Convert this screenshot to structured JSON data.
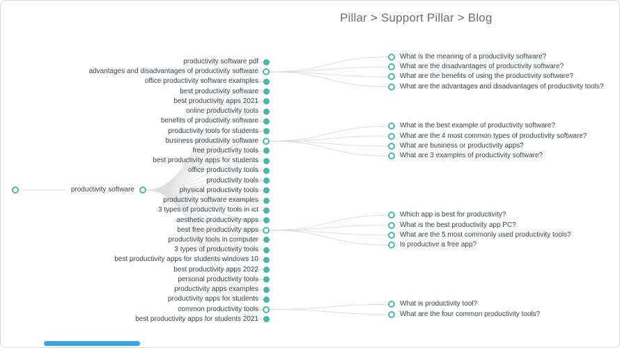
{
  "header": {
    "breadcrumb": "Pillar > Support Pillar > Blog"
  },
  "colors": {
    "accent": "#49b8ab",
    "edge": "#dedede",
    "text": "#3a4348",
    "title": "#6e6e6e",
    "frame_border": "#d9d9d9",
    "scrollbar": "#3da4dd"
  },
  "icons": {
    "filled_dot": "keyword-dot-icon",
    "open_circle": "expand-toggle-icon"
  },
  "tree": {
    "root": {
      "label": "productivity software"
    },
    "nodes": [
      {
        "label": "productivity software pdf"
      },
      {
        "label": "advantages and disadvantages of productivity software",
        "questions": [
          "What is the meaning of a productivity software?",
          "What are the disadvantages of productivity software?",
          "What are the benefits of using the productivity software?",
          "What are the advantages and disadvantages of productivity tools?"
        ]
      },
      {
        "label": "office productivity software examples"
      },
      {
        "label": "best productivity software"
      },
      {
        "label": "best productivity apps 2021"
      },
      {
        "label": "online productivity tools"
      },
      {
        "label": "benefits of productivity software"
      },
      {
        "label": "productivity tools for students"
      },
      {
        "label": "business productivity software",
        "questions": [
          "What is the best example of productivity software?",
          "What are the 4 most common types of productivity software?",
          "What are business or productivity apps?",
          "What are 3 examples of productivity software?"
        ]
      },
      {
        "label": "free productivity tools"
      },
      {
        "label": "best productivity apps for students"
      },
      {
        "label": "office productivity tools"
      },
      {
        "label": "productivity tools"
      },
      {
        "label": "physical productivity tools"
      },
      {
        "label": "productivity software examples"
      },
      {
        "label": "3 types of productivity tools in ict"
      },
      {
        "label": "aesthetic productivity apps"
      },
      {
        "label": "best free productivity apps",
        "questions": [
          "Which app is best for productivity?",
          "What is the best productivity app PC?",
          "What are the 5 most commonly used productivity tools?",
          "Is productive a free app?"
        ]
      },
      {
        "label": "productivity tools in computer"
      },
      {
        "label": "3 types of productivity tools"
      },
      {
        "label": "best productivity apps for students windows 10"
      },
      {
        "label": "best productivity apps 2022"
      },
      {
        "label": "personal productivity tools"
      },
      {
        "label": "productivity apps examples"
      },
      {
        "label": "productivity apps for students"
      },
      {
        "label": "common productivity tools",
        "questions": [
          "What is productivity tool?",
          "What are the four common productivity tools?"
        ]
      },
      {
        "label": "best productivity apps for students 2021"
      }
    ]
  }
}
